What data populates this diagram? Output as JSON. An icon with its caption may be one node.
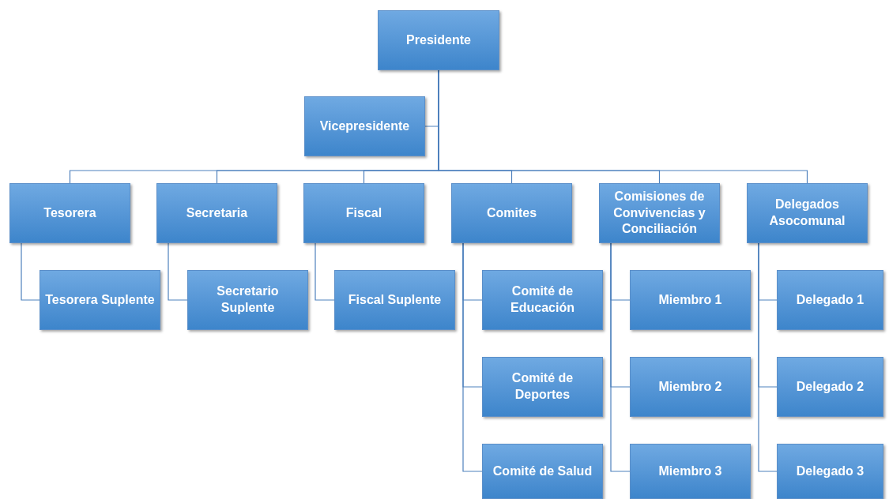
{
  "diagram": {
    "nodes": [
      {
        "text": [
          "Presidente"
        ]
      },
      {
        "text": [
          "Vicepresidente"
        ]
      },
      {
        "text": [
          "Tesorera"
        ]
      },
      {
        "text": [
          "Secretaria"
        ]
      },
      {
        "text": [
          "Fiscal"
        ]
      },
      {
        "text": [
          "Comites"
        ]
      },
      {
        "text": [
          "Comisiones de Convivencias y Conciliación"
        ]
      },
      {
        "text": [
          "Delegados Asocomunal"
        ]
      },
      {
        "text": [
          "Tesorera Suplente"
        ]
      },
      {
        "text": [
          "Secretario Suplente"
        ]
      },
      {
        "text": [
          "Fiscal Suplente"
        ]
      },
      {
        "text": [
          "Comité de Educación"
        ]
      },
      {
        "text": [
          "Comité de Deportes"
        ]
      },
      {
        "text": [
          "Comité de Salud"
        ]
      },
      {
        "text": [
          "Miembro 1"
        ]
      },
      {
        "text": [
          "Miembro 2"
        ]
      },
      {
        "text": [
          "Miembro 3"
        ]
      },
      {
        "text": [
          "Delegado 1"
        ]
      },
      {
        "text": [
          "Delegado 2"
        ]
      },
      {
        "text": [
          "Delegado 3"
        ]
      }
    ],
    "edges": [
      {
        "from": 0,
        "to": 1,
        "arrow": "none"
      },
      {
        "from": 0,
        "to": 2,
        "arrow": "none"
      },
      {
        "from": 0,
        "to": 3,
        "arrow": "none"
      },
      {
        "from": 0,
        "to": 4,
        "arrow": "none"
      },
      {
        "from": 0,
        "to": 5,
        "arrow": "none"
      },
      {
        "from": 0,
        "to": 6,
        "arrow": "none"
      },
      {
        "from": 0,
        "to": 7,
        "arrow": "none"
      },
      {
        "from": 2,
        "to": 8,
        "arrow": "none"
      },
      {
        "from": 3,
        "to": 9,
        "arrow": "none"
      },
      {
        "from": 4,
        "to": 10,
        "arrow": "none"
      },
      {
        "from": 5,
        "to": 11,
        "arrow": "none"
      },
      {
        "from": 5,
        "to": 12,
        "arrow": "none"
      },
      {
        "from": 5,
        "to": 13,
        "arrow": "none"
      },
      {
        "from": 6,
        "to": 14,
        "arrow": "none"
      },
      {
        "from": 6,
        "to": 15,
        "arrow": "none"
      },
      {
        "from": 6,
        "to": 16,
        "arrow": "none"
      },
      {
        "from": 7,
        "to": 17,
        "arrow": "none"
      },
      {
        "from": 7,
        "to": 18,
        "arrow": "none"
      },
      {
        "from": 7,
        "to": 19,
        "arrow": "none"
      }
    ]
  }
}
